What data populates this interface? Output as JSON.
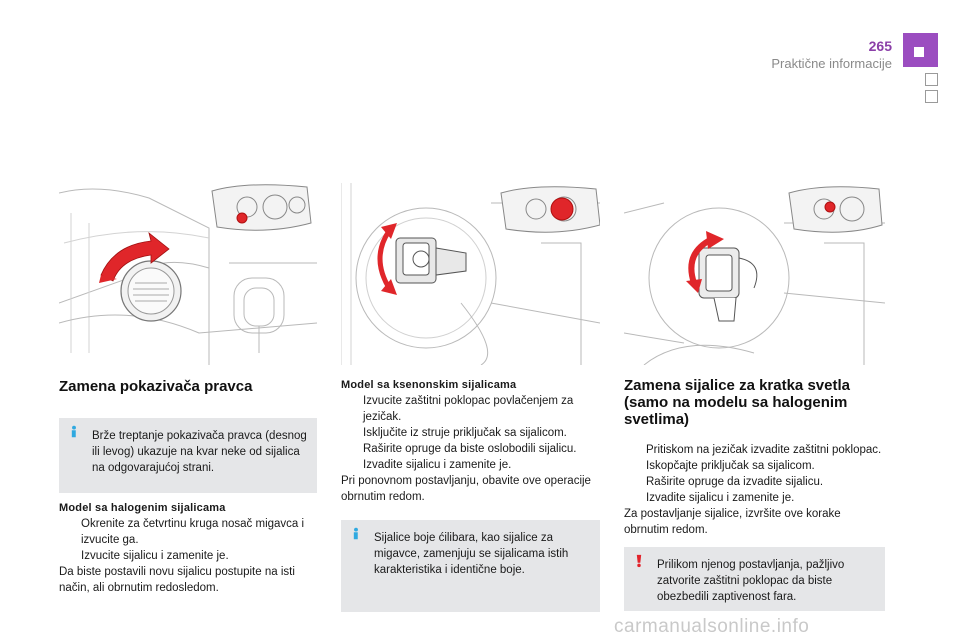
{
  "header": {
    "page_number": "265",
    "section_title": "Praktične informacije"
  },
  "left": {
    "title": "Zamena pokazivača pravca",
    "note": "Brže treptanje pokazivača pravca (desnog ili levog) ukazuje na kvar neke od sijalica na odgovarajućoj strani.",
    "subhead": "Model sa halogenim sijalicama",
    "bullets": [
      "Okrenite za četvrtinu kruga nosač migavca i izvucite ga.",
      "Izvucite sijalicu i zamenite je."
    ],
    "para": "Da biste postavili novu sijalicu postupite na isti način, ali obrnutim redosledom."
  },
  "middle": {
    "subhead": "Model sa ksenonskim sijalicama",
    "bullets": [
      "Izvucite zaštitni poklopac povlačenjem za jezičak.",
      "Isključite iz struje priključak sa sijalicom.",
      "Raširite opruge da biste oslobodili sijalicu.",
      "Izvadite sijalicu i zamenite je."
    ],
    "para": "Pri ponovnom postavljanju, obavite ove operacije obrnutim redom.",
    "note": "Sijalice boje ćilibara, kao sijalice za migavce, zamenjuju se sijalicama istih karakteristika i identične boje."
  },
  "right": {
    "title": "Zamena sijalice za kratka svetla (samo na modelu sa halogenim svetlima)",
    "bullets": [
      "Pritiskom na jezičak izvadite zaštitni poklopac.",
      "Iskopčajte priključak sa sijalicom.",
      "Raširite opruge da izvadite sijalicu.",
      "Izvadite sijalicu i zamenite je."
    ],
    "para": "Za postavljanje sijalice, izvršite ove korake obrnutim redom.",
    "warning": "Prilikom njenog postavljanja, pažljivo zatvorite zaštitni poklopac da biste obezbedili zaptivenost fara."
  },
  "bullet_symbol": "",
  "watermark": "carmanualsonline.info",
  "colors": {
    "accent": "#9b4dc0",
    "note_bg": "#e5e6e8",
    "arrow_red": "#e0262a",
    "info_icon": "#2fa9e0",
    "warn_icon": "#e2232b"
  }
}
